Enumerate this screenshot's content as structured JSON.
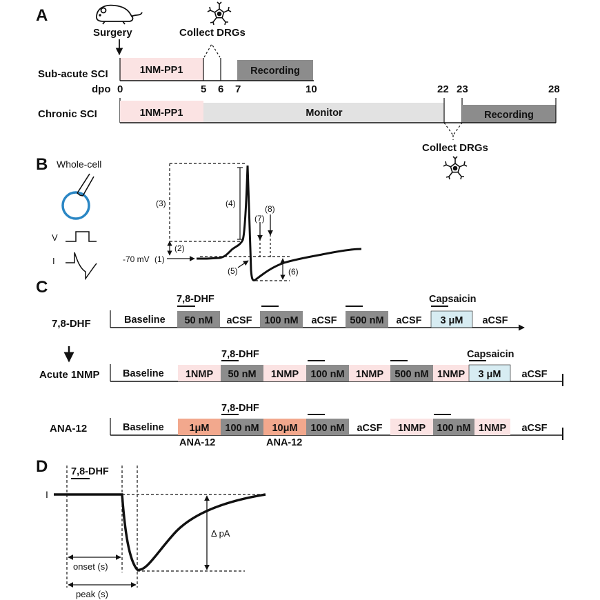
{
  "panels": {
    "a": "A",
    "b": "B",
    "c": "C",
    "d": "D"
  },
  "panel_a": {
    "surgery": "Surgery",
    "collect_top": "Collect DRGs",
    "collect_bottom": "Collect DRGs",
    "row1_label": "Sub-acute SCI",
    "row2_label": "Chronic SCI",
    "axis_label": "dpo",
    "ticks": [
      "0",
      "5",
      "6",
      "7",
      "10",
      "22",
      "23",
      "28"
    ],
    "row1_drug": "1NM-PP1",
    "row1_rec": "Recording",
    "row2_drug": "1NM-PP1",
    "row2_monitor": "Monitor",
    "row2_rec": "Recording"
  },
  "panel_b": {
    "whole_cell": "Whole-cell",
    "v": "V",
    "i": "I",
    "rest": "-70 mV",
    "m1": "(1)",
    "m2": "(2)",
    "m3": "(3)",
    "m4": "(4)",
    "m5": "(5)",
    "m6": "(6)",
    "m7": "(7)",
    "m8": "(8)"
  },
  "panel_c": {
    "row1": {
      "label": "7,8-DHF",
      "baseline": "Baseline",
      "c50": "50 nM",
      "acsf1": "aCSF",
      "c100": "100 nM",
      "acsf2": "aCSF",
      "c500": "500 nM",
      "acsf3": "aCSF",
      "cap": "3 μM",
      "acsf4": "aCSF",
      "dhf_tag": "7,8-DHF",
      "cap_tag": "Capsaicin"
    },
    "row2": {
      "label": "Acute 1NMP",
      "baseline": "Baseline",
      "n1": "1NMP",
      "c50": "50 nM",
      "n2": "1NMP",
      "c100": "100 nM",
      "n3": "1NMP",
      "c500": "500 nM",
      "n4": "1NMP",
      "cap": "3 μM",
      "acsf": "aCSF",
      "dhf_tag": "7,8-DHF",
      "cap_tag": "Capsaicin"
    },
    "row3": {
      "label": "ANA-12",
      "baseline": "Baseline",
      "a1": "1μM",
      "c100a": "100 nM",
      "a10": "10μM",
      "c100b": "100 nM",
      "acsf1": "aCSF",
      "n1": "1NMP",
      "c100c": "100 nM",
      "n2": "1NMP",
      "acsf2": "aCSF",
      "ana_below1": "ANA-12",
      "ana_below2": "ANA-12",
      "dhf_tag": "7,8-DHF"
    }
  },
  "panel_d": {
    "dhf_tag": "7,8-DHF",
    "i": "I",
    "delta": "Δ pA",
    "onset": "onset (s)",
    "peak": "peak (s)"
  },
  "colors": {
    "pink": "#fbe3e3",
    "gray": "#8c8c8c",
    "light_gray": "#e2e2e2",
    "light_blue": "#d7ecf2",
    "salmon": "#f2a88d",
    "cell_blue": "#2a86c4"
  }
}
